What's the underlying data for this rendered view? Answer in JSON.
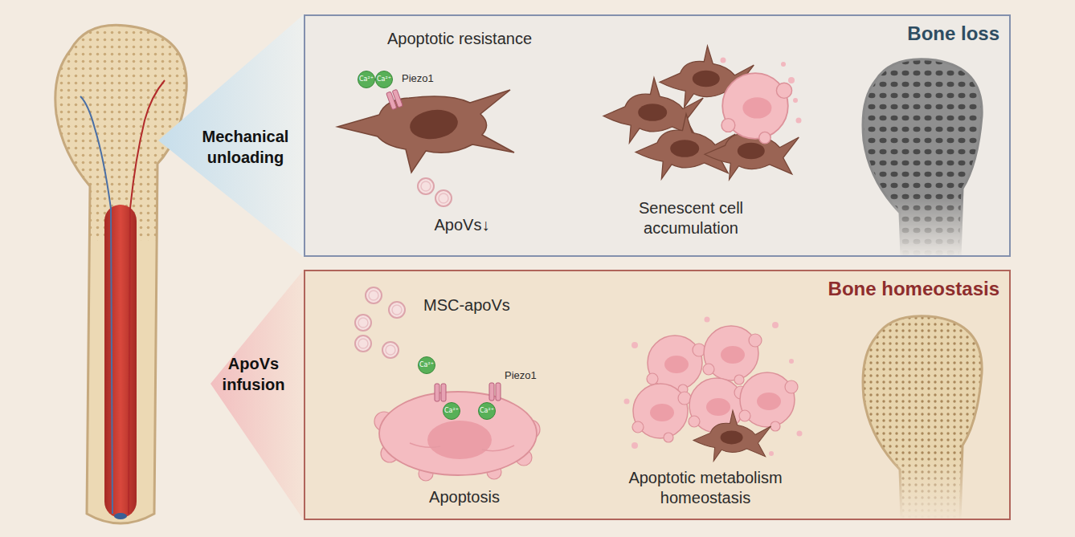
{
  "diagram": {
    "nodes": [
      {
        "text": [
          "Mechanical unloading"
        ]
      },
      {
        "text": [
          "Bone loss"
        ]
      },
      {
        "text": [
          "Ca²⁺"
        ],
        "in": 1
      },
      {
        "text": [
          "Ca²⁺"
        ],
        "in": 1
      },
      {
        "text": [
          "ApoVs infusion"
        ]
      },
      {
        "text": [
          "Bone homeostasis"
        ]
      },
      {
        "text": [
          "Ca²⁺"
        ],
        "in": 5
      },
      {
        "text": [
          "Ca²⁺"
        ],
        "in": 5
      },
      {
        "text": [
          "Ca²⁺"
        ],
        "in": 5
      }
    ],
    "labels": [
      "Apoptotic resistance",
      "Piezo1",
      "ApoVs↓",
      "Senescent cell accumulation",
      "MSC-apoVs",
      "Piezo1",
      "Apoptosis",
      "Apoptotic metabolism homeostasis"
    ]
  }
}
